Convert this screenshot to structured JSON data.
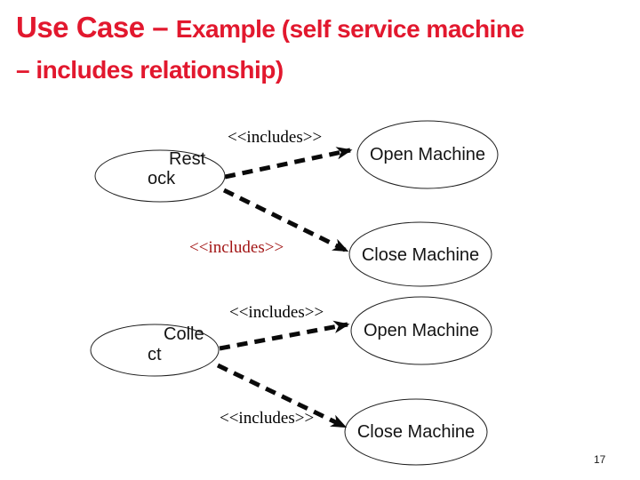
{
  "title": {
    "lead": "Use Case – ",
    "line1_rest": "Example (self service machine",
    "line2": "– includes relationship)"
  },
  "colors": {
    "title_red": "#e2182e",
    "includes_black": "#000000",
    "includes_dark_red": "#a21515",
    "diagram_stroke": "#202020"
  },
  "diagram": {
    "ellipses": {
      "restock": {
        "line1": "Rest",
        "line2": "ock"
      },
      "open_top": {
        "label": "Open Machine"
      },
      "close_top": {
        "label": "Close Machine"
      },
      "collect": {
        "line1": "Colle",
        "line2": "ct"
      },
      "open_bottom": {
        "label": "Open Machine"
      },
      "close_bottom": {
        "label": "Close Machine"
      }
    },
    "includes_labels": [
      {
        "text": "<<includes>>",
        "color": "#000000"
      },
      {
        "text": "<<includes>>",
        "color": "#a21515"
      },
      {
        "text": "<<includes>>",
        "color": "#000000"
      },
      {
        "text": "<<includes>>",
        "color": "#000000"
      }
    ]
  },
  "page_number": "17"
}
